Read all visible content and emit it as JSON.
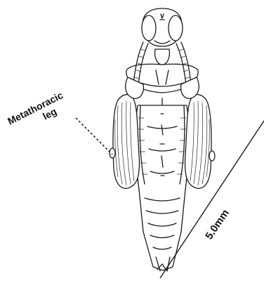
{
  "labels": {
    "leg_label_line1": "Metathoracic",
    "leg_label_line2": "leg",
    "scale": "5.0mm"
  },
  "colors": {
    "ink": "#1a1a1a",
    "background": "#ffffff"
  }
}
